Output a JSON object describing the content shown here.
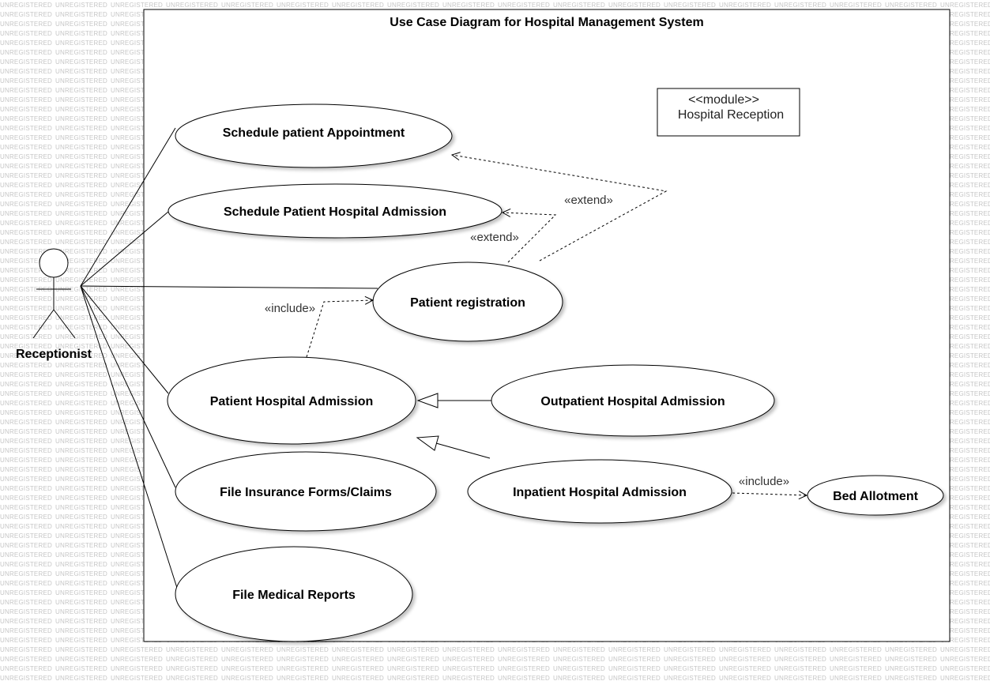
{
  "watermark": "UNREGISTERED",
  "system": {
    "title": "Use Case Diagram for Hospital Management System"
  },
  "module": {
    "stereotype": "<<module>>",
    "name": "Hospital Reception"
  },
  "actor": {
    "name": "Receptionist"
  },
  "use_cases": {
    "schedule_appointment": "Schedule patient Appointment",
    "schedule_admission": "Schedule Patient Hospital Admission",
    "patient_registration": "Patient registration",
    "patient_admission": "Patient Hospital Admission",
    "outpatient_admission": "Outpatient Hospital Admission",
    "inpatient_admission": "Inpatient Hospital Admission",
    "bed_allotment": "Bed Allotment",
    "file_insurance": "File Insurance Forms/Claims",
    "file_medical_reports": "File Medical Reports"
  },
  "relations": {
    "extend_1": "«extend»",
    "extend_2": "«extend»",
    "include_registration": "«include»",
    "include_bed": "«include»"
  }
}
